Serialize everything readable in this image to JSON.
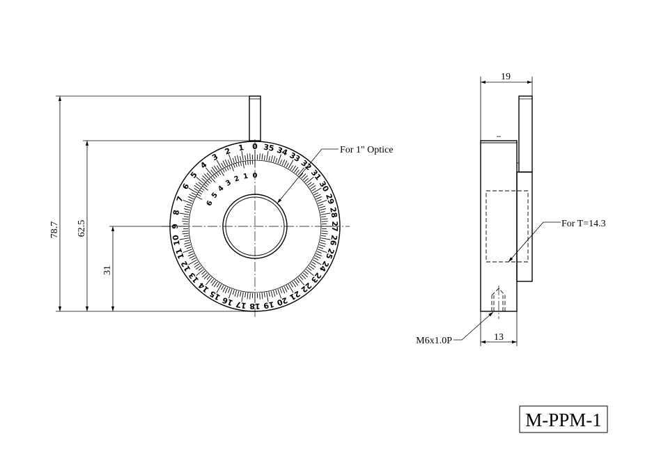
{
  "front_view": {
    "dim_overall_height": "78.7",
    "dim_center_height": "62.5",
    "dim_lower_height": "31",
    "callout_optic": "For 1\" Optice",
    "outer_scale_labels": [
      "0",
      "35",
      "34",
      "33",
      "32",
      "31",
      "30",
      "29",
      "28",
      "27",
      "26",
      "25",
      "24",
      "23",
      "22",
      "21",
      "20",
      "19",
      "18",
      "17",
      "16",
      "15",
      "14",
      "13",
      "12",
      "11",
      "10",
      "9",
      "8",
      "7",
      "6",
      "5",
      "4",
      "3",
      "2",
      "1"
    ],
    "vernier_labels": [
      "0",
      "1",
      "2",
      "3",
      "4",
      "5",
      "6"
    ]
  },
  "side_view": {
    "dim_width": "19",
    "dim_bottom_width": "13",
    "callout_thickness": "For T=14.3",
    "callout_thread": "M6x1.0P"
  },
  "model_label": "M-PPM-1"
}
